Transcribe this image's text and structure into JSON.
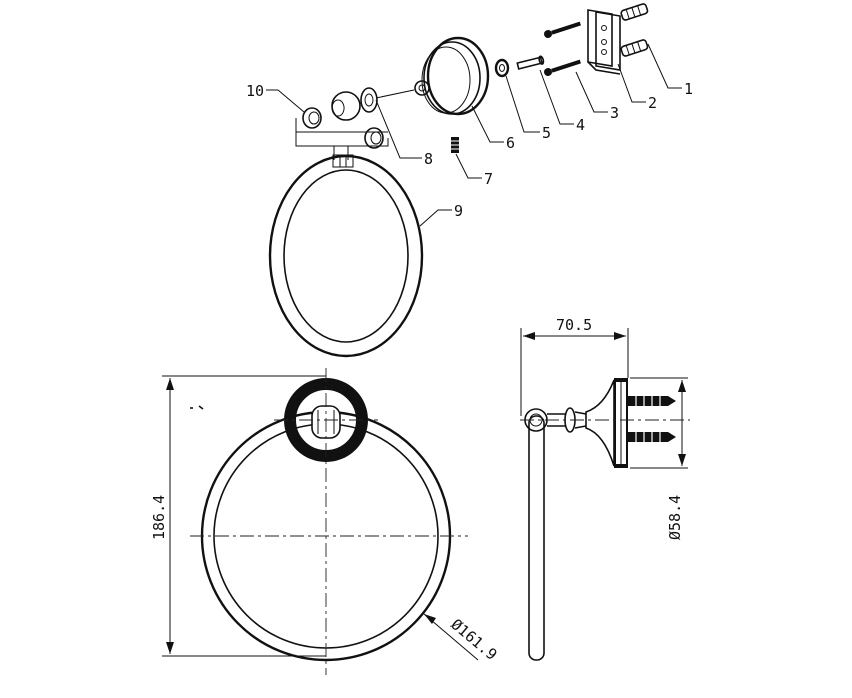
{
  "callouts": [
    "1",
    "2",
    "3",
    "4",
    "5",
    "6",
    "7",
    "8",
    "9",
    "10"
  ],
  "dimensions": {
    "depth": "70.5",
    "height": "186.4",
    "ring_diameter": "Ø161.9",
    "base_diameter": "Ø58.4"
  }
}
